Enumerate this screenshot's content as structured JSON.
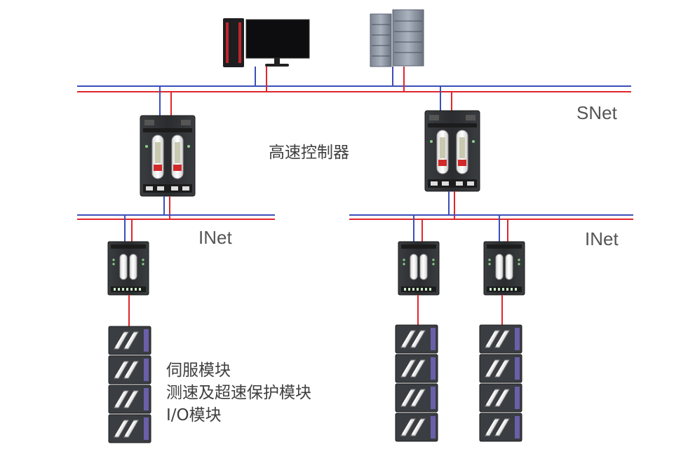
{
  "labels": {
    "snet": "SNet",
    "controller": "高速控制器",
    "inet_left": "INet",
    "inet_right": "INet"
  },
  "module_labels": [
    "伺服模块",
    "测速及超速保护模块",
    "I/O模块"
  ],
  "colors": {
    "blue_line": "#3b4fb8",
    "red_line": "#e0262b",
    "device_dark": "#2a2d30"
  },
  "icons": {
    "workstation": "desktop-computer-icon",
    "server": "rack-server-icon"
  }
}
